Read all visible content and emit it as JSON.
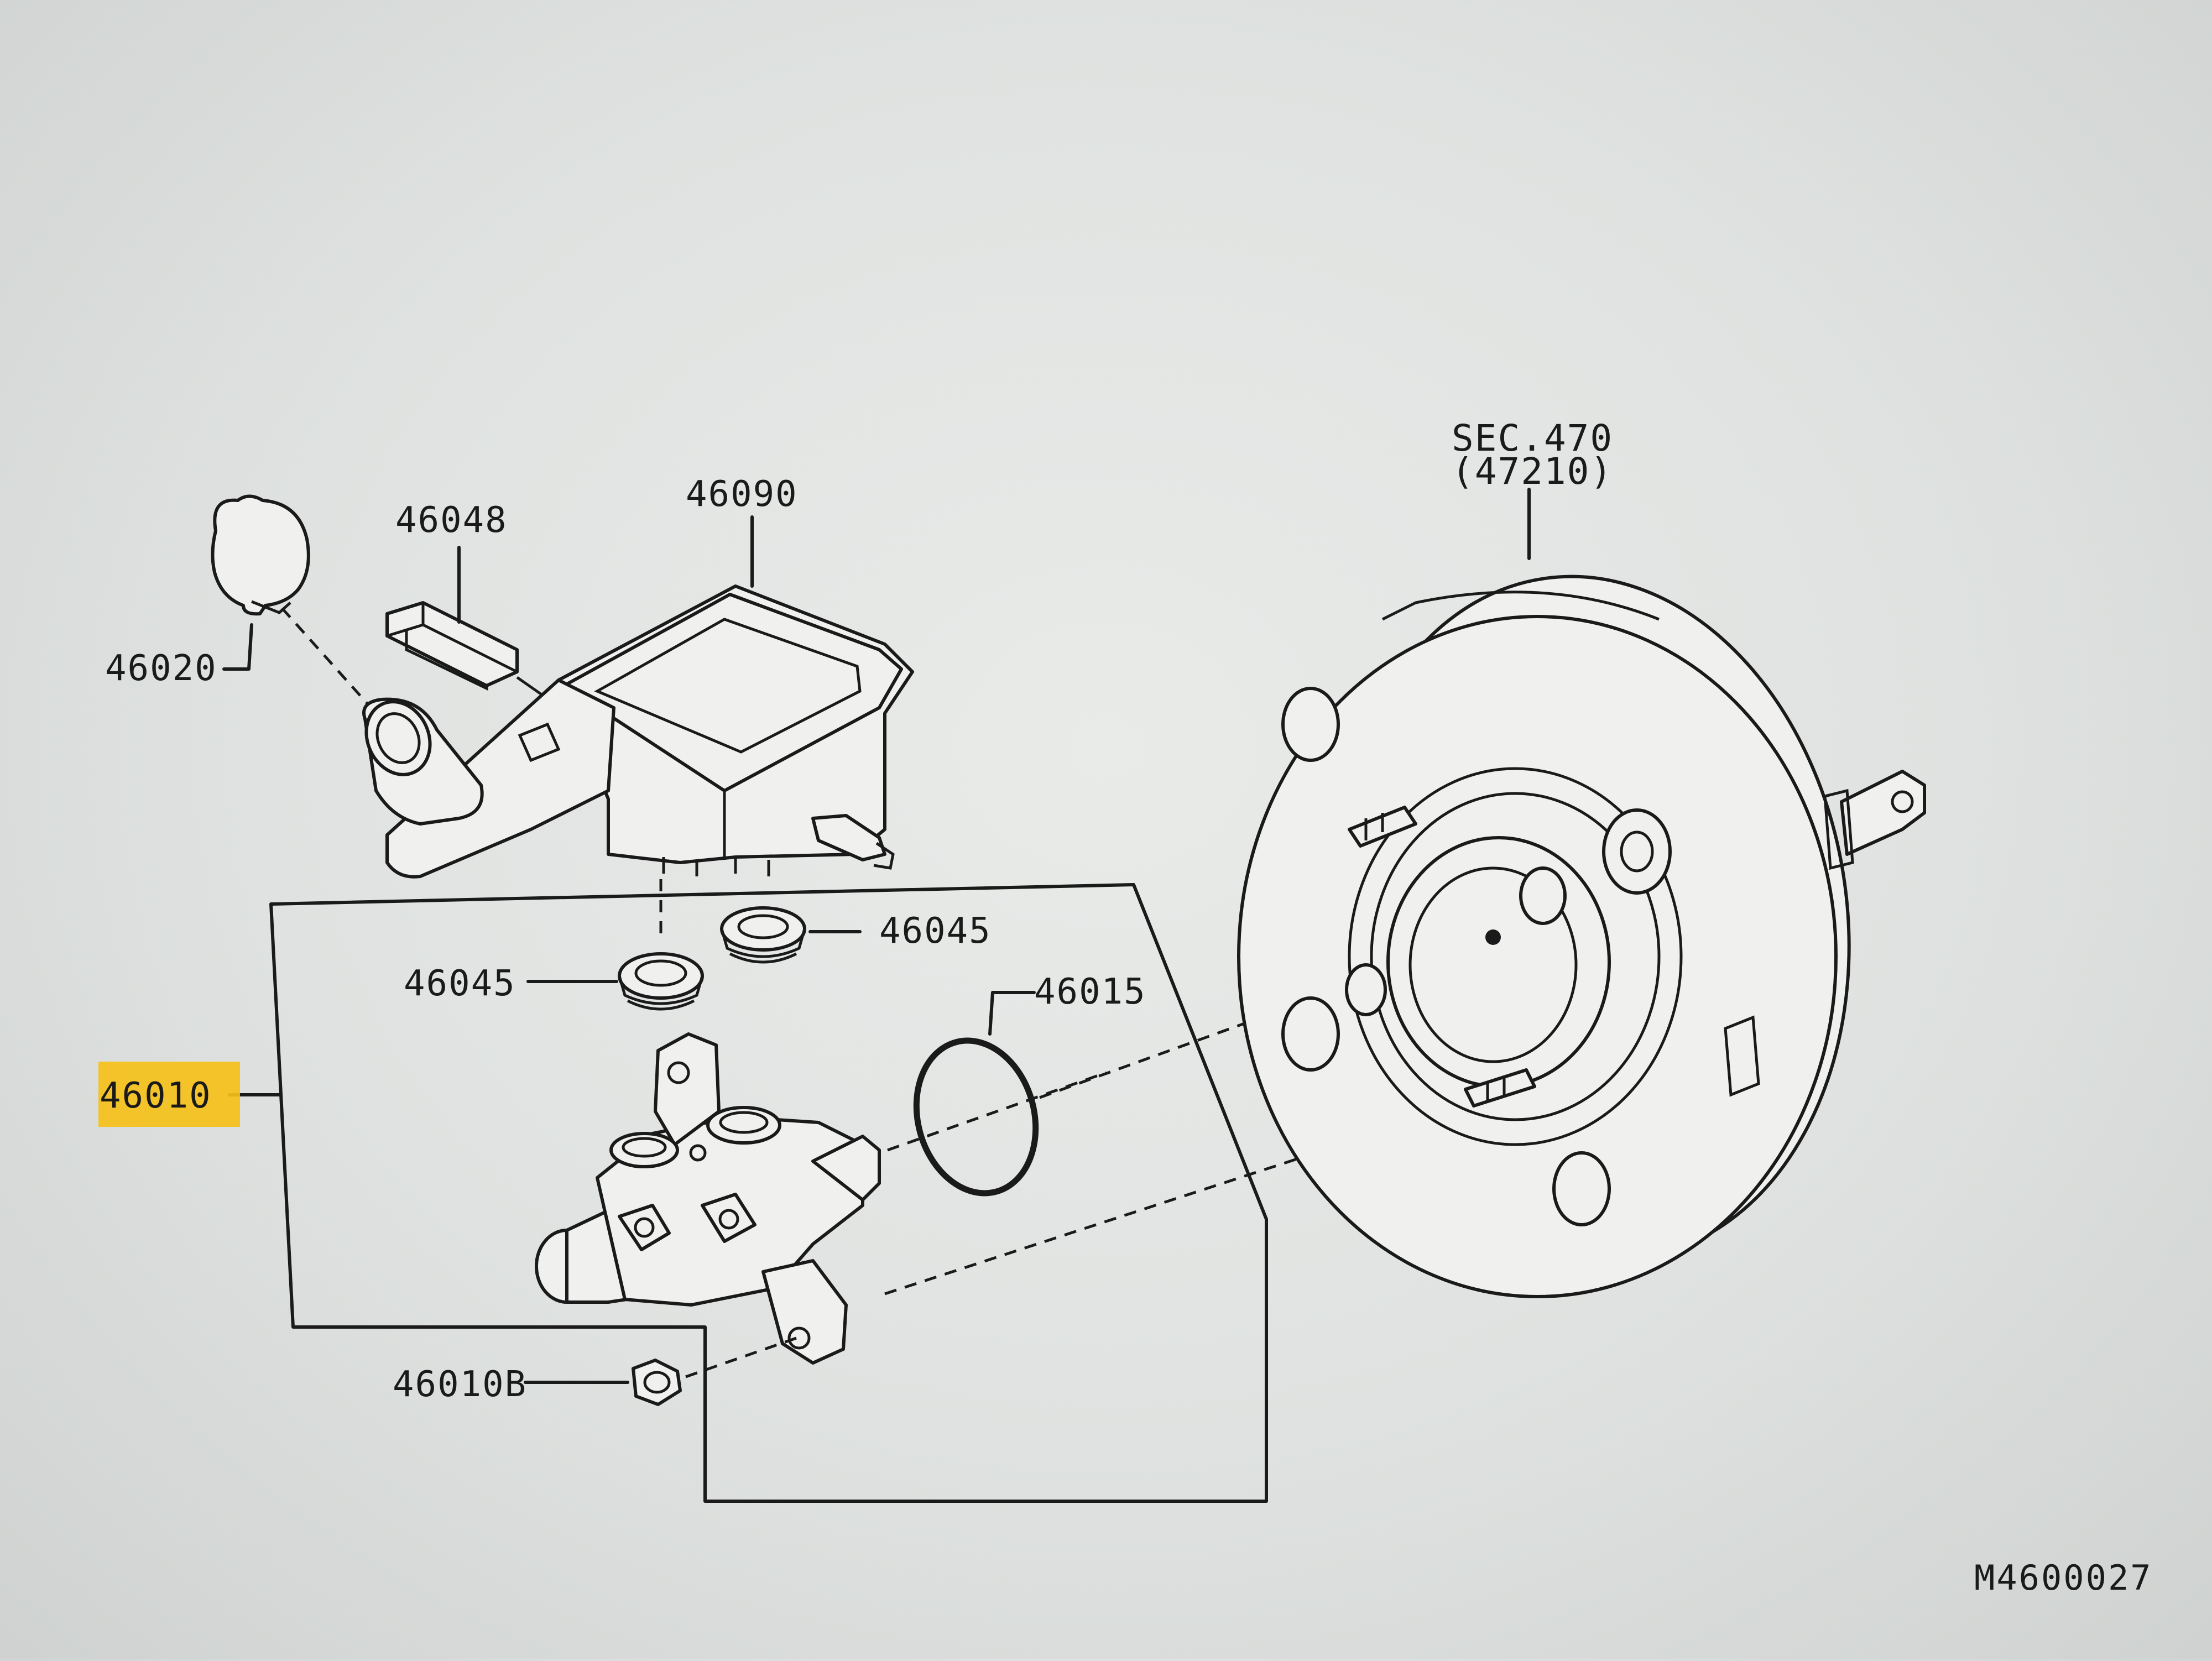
{
  "diagram": {
    "callouts": [
      {
        "id": "cap",
        "label": "46020"
      },
      {
        "id": "clip",
        "label": "46048"
      },
      {
        "id": "reservoir",
        "label": "46090"
      },
      {
        "id": "booster",
        "label": "SEC.470",
        "sub": "(47210)"
      },
      {
        "id": "grommet-left",
        "label": "46045"
      },
      {
        "id": "grommet-right",
        "label": "46045"
      },
      {
        "id": "oring",
        "label": "46015"
      },
      {
        "id": "master-cylinder",
        "label": "46010",
        "highlighted": true,
        "highlight_color": "#f5c01a"
      },
      {
        "id": "nut",
        "label": "46010B"
      }
    ],
    "figure_code": "M4600027"
  }
}
